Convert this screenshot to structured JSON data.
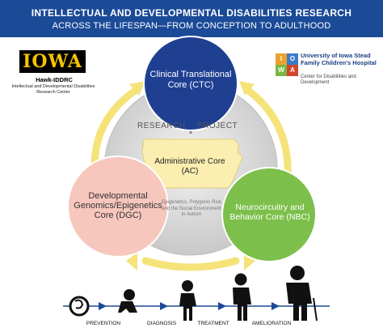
{
  "header": {
    "title": "INTELLECTUAL AND DEVELOPMENTAL DISABILITIES RESEARCH",
    "subtitle": "ACROSS THE LIFESPAN—FROM CONCEPTION TO ADULTHOOD"
  },
  "logos": {
    "iowa_wordmark": "IOWA",
    "hawk_name": "Hawk-IDDRC",
    "hawk_description": "Intellectual and Developmental Disabilities Research Center",
    "uihc_name": "University of Iowa Stead Family Children's Hospital",
    "uihc_center": "Center for Disabilities and Development",
    "uihc_blocks": [
      "I",
      "O",
      "W",
      "A"
    ]
  },
  "diagram": {
    "research_label": "RESEARCH",
    "project_label": "PROJECT",
    "ctc": "Clinical Translational Core (CTC)",
    "dgc": "Developmental Genomics/Epigenetics Core (DGC)",
    "nbc": "Neurocircuitry and Behavior Core (NBC)",
    "ac": "Administrative Core (AC)",
    "center_note": "Epigenetics, Polygenic Risk and the Social Environment in Autism"
  },
  "lifespan": {
    "stages": [
      "PREVENTION",
      "DIAGNOSIS",
      "TREATMENT",
      "AMELIORATION"
    ]
  },
  "colors": {
    "banner": "#1b4a97",
    "ctc": "#1f3f91",
    "dgc": "#f7c6bd",
    "nbc": "#7cc04b",
    "ac": "#fbeeb0",
    "arrows": "#f5e37a"
  }
}
